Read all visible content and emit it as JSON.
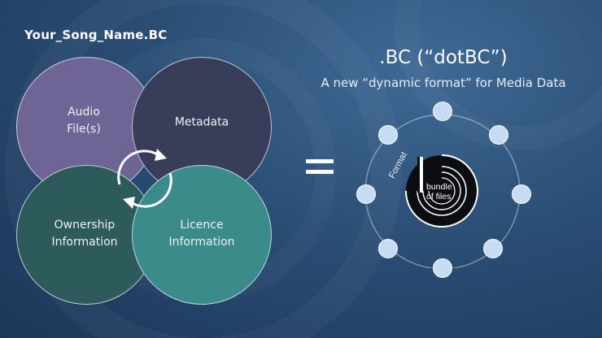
{
  "file_title": "Your_Song_Name.BC",
  "venn": {
    "audio": "Audio\nFile(s)",
    "metadata": "Metadata",
    "ownership": "Ownership\nInformation",
    "licence": "Licence\nInformation"
  },
  "dotbc": {
    "title": ".BC (“dotBC”)",
    "subtitle": "A new “dynamic format” for Media Data",
    "format_label": "Format",
    "bundle_label": "bundle\nof files"
  },
  "colors": {
    "audio": "#6e6495",
    "metadata": "#383d59",
    "ownership": "#2d5a5a",
    "licence": "#3b8b8b",
    "satellite": "#c6dcf4"
  },
  "icons": [
    "cycle-arrows-icon",
    "equals-icon",
    "dotbc-logo-icon"
  ]
}
